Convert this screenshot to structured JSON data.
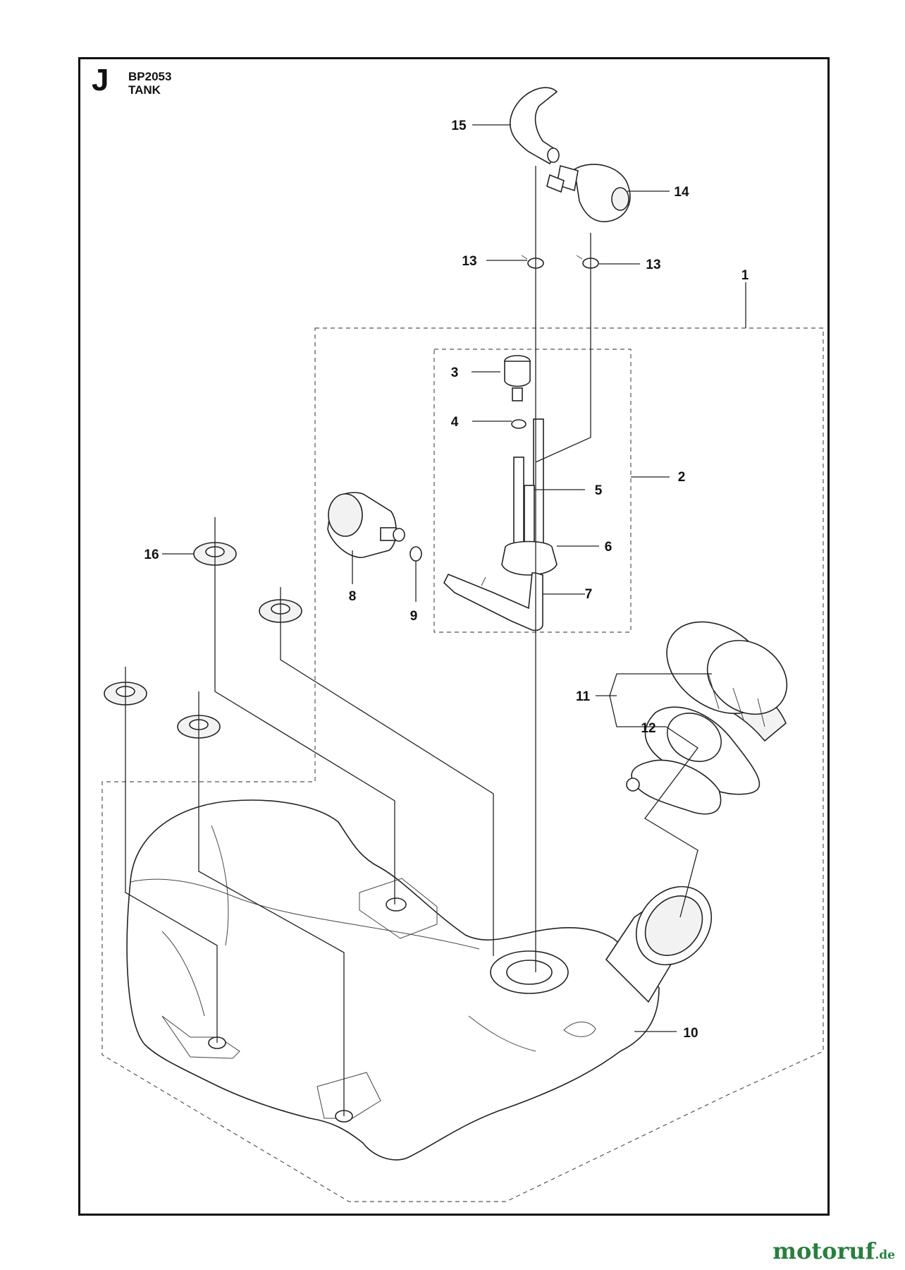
{
  "header": {
    "section_letter": "J",
    "model_code": "BP2053",
    "section_title": "TANK"
  },
  "callouts": [
    "1",
    "2",
    "3",
    "4",
    "5",
    "6",
    "7",
    "8",
    "9",
    "10",
    "11",
    "12",
    "13",
    "13",
    "14",
    "15",
    "16"
  ],
  "watermark": {
    "brand": "motoruf",
    "tld": ".de"
  }
}
